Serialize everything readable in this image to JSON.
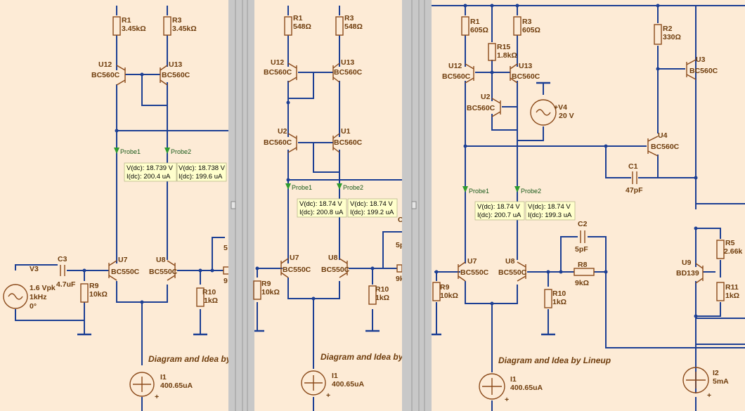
{
  "panel1": {
    "r1_name": "R1",
    "r1_val": "3.45kΩ",
    "r3_name": "R3",
    "r3_val": "3.45kΩ",
    "u12_name": "U12",
    "u12_part": "BC560C",
    "u13_name": "U13",
    "u13_part": "BC560C",
    "probe1": "Probe1",
    "probe2": "Probe2",
    "probe1_v": "V(dc): 18.739 V",
    "probe1_i": "I(dc): 200.4 uA",
    "probe2_v": "V(dc): 18.738 V",
    "probe2_i": "I(dc): 199.6 uA",
    "v3_name": "V3",
    "v3_amp": "1.6 Vpk",
    "v3_freq": "1kHz",
    "v3_phase": "0°",
    "c3_name": "C3",
    "c3_val": "4.7uF",
    "r9_name": "R9",
    "r9_val": "10kΩ",
    "u7_name": "U7",
    "u7_part": "BC550C",
    "u8_name": "U8",
    "u8_part": "BC550C",
    "r10_name": "R10",
    "r10_val": "1kΩ",
    "cut1": "5",
    "cut2": "9",
    "credit": "Diagram and Idea by",
    "i1_name": "I1",
    "i1_val": "400.65uA",
    "plus": "+"
  },
  "panel2": {
    "r1_name": "R1",
    "r1_val": "548Ω",
    "r3_name": "R3",
    "r3_val": "548Ω",
    "u12_name": "U12",
    "u12_part": "BC560C",
    "u13_name": "U13",
    "u13_part": "BC560C",
    "u2_name": "U2",
    "u2_part": "BC560C",
    "u1_name": "U1",
    "u1_part": "BC560C",
    "probe1": "Probe1",
    "probe2": "Probe2",
    "probe1_v": "V(dc): 18.74 V",
    "probe1_i": "I(dc): 200.8 uA",
    "probe2_v": "V(dc): 18.74 V",
    "probe2_i": "I(dc): 199.2 uA",
    "u7_name": "U7",
    "u7_part": "BC550C",
    "u8_name": "U8",
    "u8_part": "BC550C",
    "r9_name": "R9",
    "r9_val": "10kΩ",
    "r10_name": "R10",
    "r10_val": "1kΩ",
    "cut1": "5p",
    "cut2": "9k",
    "cut3": "C",
    "credit": "Diagram and Idea by",
    "i1_name": "I1",
    "i1_val": "400.65uA",
    "plus": "+"
  },
  "panel3": {
    "r1_name": "R1",
    "r1_val": "605Ω",
    "r3_name": "R3",
    "r3_val": "605Ω",
    "r15_name": "R15",
    "r15_val": "1.8kΩ",
    "u12_name": "U12",
    "u12_part": "BC560C",
    "u13_name": "U13",
    "u13_part": "BC560C",
    "u2_name": "U2",
    "u2_part": "BC560C",
    "v4_name": "+V4",
    "v4_val": "20 V",
    "r2_name": "R2",
    "r2_val": "330Ω",
    "u3_name": "U3",
    "u3_part": "BC560C",
    "u4_name": "U4",
    "u4_part": "BC560C",
    "c1_name": "C1",
    "c1_val": "47pF",
    "probe1": "Probe1",
    "probe2": "Probe2",
    "probe1_v": "V(dc): 18.74 V",
    "probe1_i": "I(dc): 200.7 uA",
    "probe2_v": "V(dc): 18.74 V",
    "probe2_i": "I(dc): 199.3 uA",
    "c2_name": "C2",
    "c2_val": "5pF",
    "r8_name": "R8",
    "r8_val": "9kΩ",
    "u7_name": "U7",
    "u7_part": "BC550C",
    "u8_name": "U8",
    "u8_part": "BC550C",
    "r9_name": "R9",
    "r9_val": "10kΩ",
    "r10_name": "R10",
    "r10_val": "1kΩ",
    "r5_name": "R5",
    "r5_val": "2.66k",
    "u9_name": "U9",
    "u9_part": "BD139",
    "r11_name": "R11",
    "r11_val": "1kΩ",
    "credit": "Diagram and Idea by Lineup",
    "i1_name": "I1",
    "i1_val": "400.65uA",
    "i2_name": "I2",
    "i2_val": "5mA",
    "plus": "+"
  },
  "colors": {
    "background": "#fdebd6",
    "wire": "#1c3f94",
    "component": "#8b4a1a",
    "label": "#6e3c0c",
    "probe": "#2e9a2e",
    "tooltip": "#ffffcc"
  },
  "icons": {
    "probe": "probe-flag-icon",
    "ground": "ground-icon",
    "current_source": "current-source-icon",
    "voltage_source": "voltage-source-icon"
  }
}
